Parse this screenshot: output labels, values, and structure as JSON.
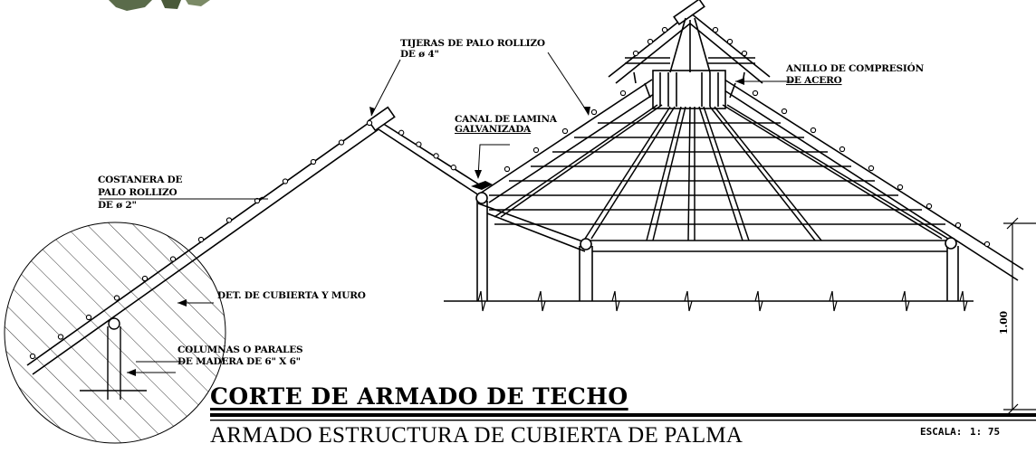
{
  "labels": {
    "tijeras_line1": "TIJERAS DE PALO ROLLIZO",
    "tijeras_line2": "DE ø 4\"",
    "anillo_line1": "ANILLO DE COMPRESIÓN",
    "anillo_line2": "DE ACERO",
    "canal_line1": "CANAL DE LAMINA",
    "canal_line2": "GALVANIZADA",
    "costanera_line1": "COSTANERA DE",
    "costanera_line2": "PALO ROLLIZO",
    "costanera_line3": "DE ø 2\"",
    "det_cubierta": "DET. DE CUBIERTA Y MURO",
    "columnas_line1": "COLUMNAS O PARALES",
    "columnas_line2": "DE MADERA DE 6\" X 6\"",
    "dimension": "1.00"
  },
  "title": {
    "main": "CORTE DE ARMADO DE TECHO",
    "sub": "ARMADO  ESTRUCTURA DE CUBIERTA DE PALMA",
    "scale_label": "ESCALA:",
    "scale_value": "1:  75"
  },
  "colors": {
    "ink": "#000000",
    "paper": "#ffffff",
    "foliage": "#5a6b4a"
  }
}
